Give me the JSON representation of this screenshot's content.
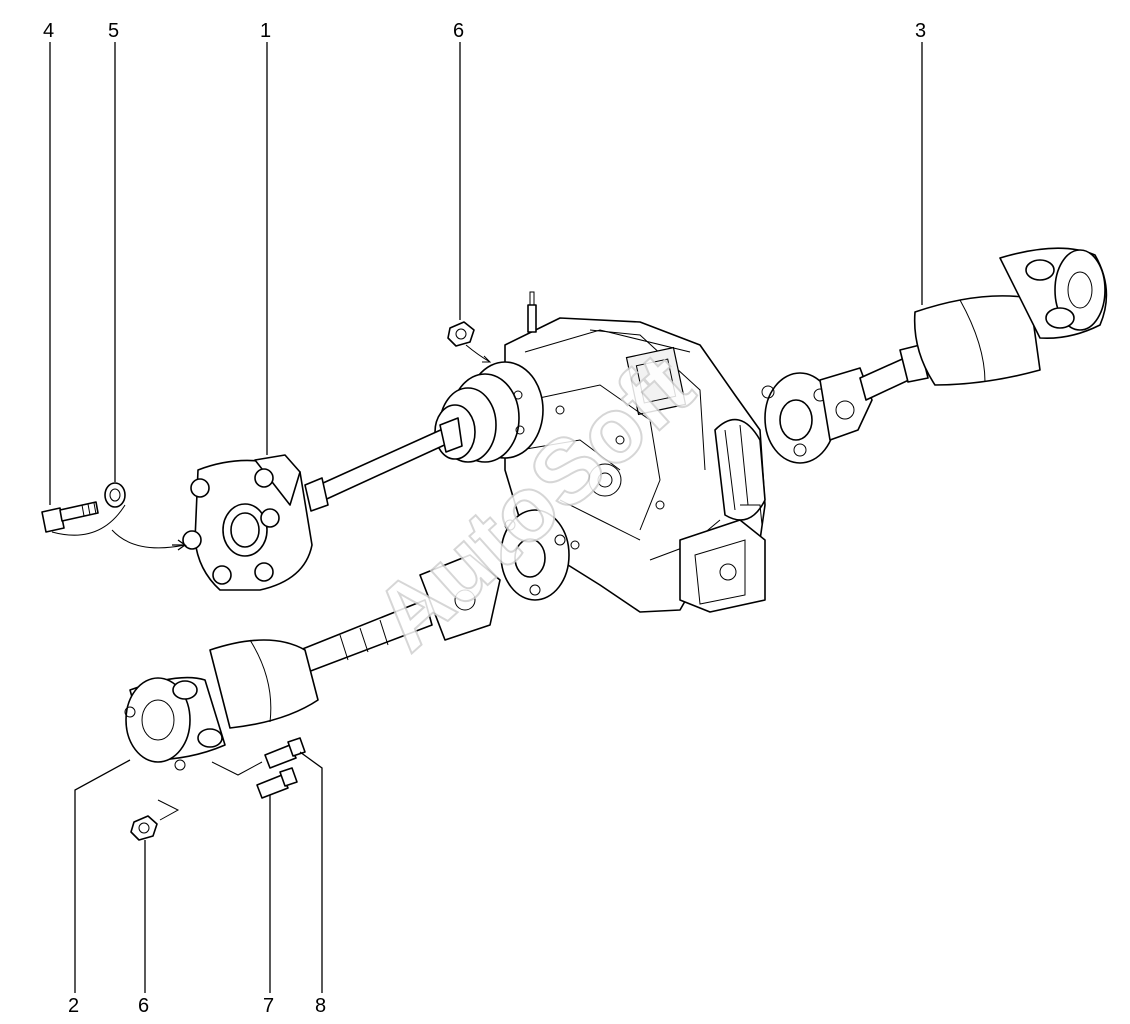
{
  "callouts": {
    "c1": "1",
    "c2": "2",
    "c3": "3",
    "c4": "4",
    "c5": "5",
    "c6_top": "6",
    "c6_bottom": "6",
    "c7": "7",
    "c8": "8"
  },
  "watermark": "AutoSoft"
}
